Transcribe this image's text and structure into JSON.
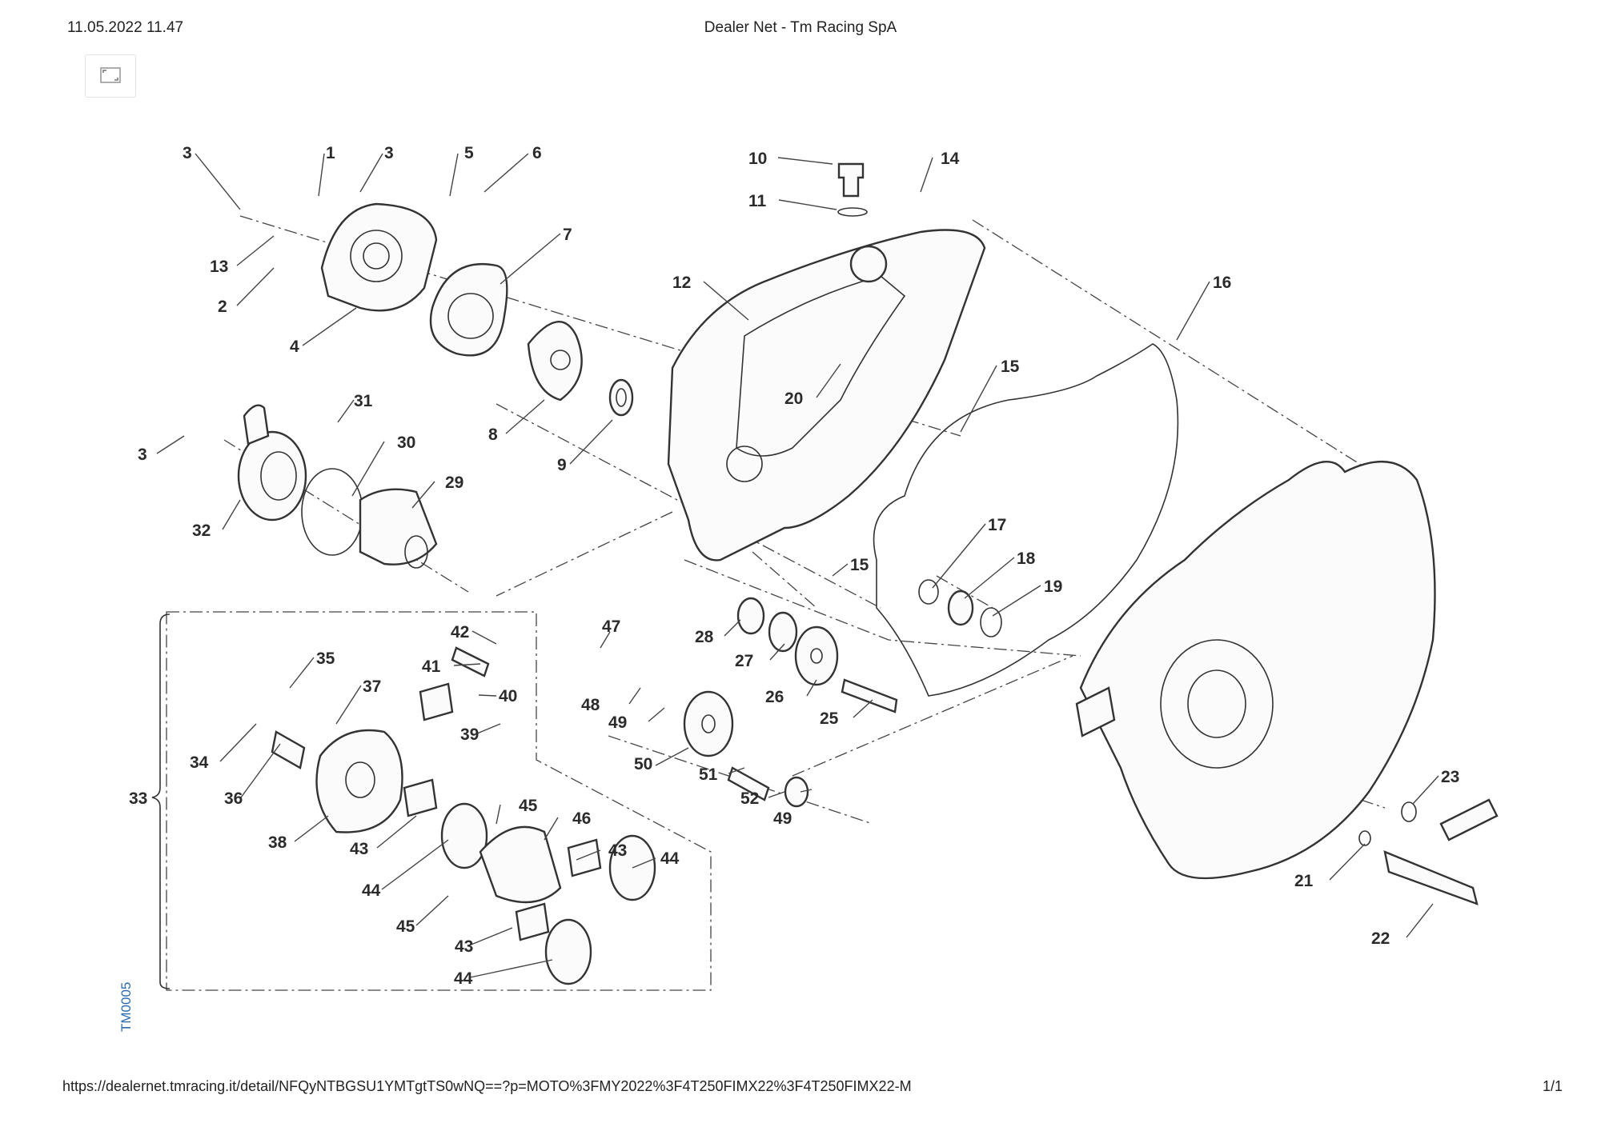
{
  "header": {
    "date": "11.05.2022 11.47",
    "title": "Dealer Net - Tm Racing SpA"
  },
  "toolbar": {
    "expand_icon": "expand-icon"
  },
  "diagram": {
    "code": "TM0005",
    "group_label": "33",
    "labels": {
      "p3a": "3",
      "p1": "1",
      "p3b": "3",
      "p5": "5",
      "p6": "6",
      "p13": "13",
      "p2": "2",
      "p4": "4",
      "p7": "7",
      "p8": "8",
      "p9": "9",
      "p31": "31",
      "p3c": "3",
      "p30": "30",
      "p29": "29",
      "p32": "32",
      "p10": "10",
      "p11": "11",
      "p14": "14",
      "p12": "12",
      "p16": "16",
      "p20": "20",
      "p15a": "15",
      "p17": "17",
      "p18": "18",
      "p19": "19",
      "p15b": "15",
      "p42": "42",
      "p35": "35",
      "p41": "41",
      "p40": "40",
      "p37": "37",
      "p39": "39",
      "p34": "34",
      "p36": "36",
      "p38": "38",
      "p43a": "43",
      "p45a": "45",
      "p46": "46",
      "p43b": "43",
      "p44a": "44",
      "p44b": "44",
      "p45b": "45",
      "p43c": "43",
      "p44c": "44",
      "p47": "47",
      "p48": "48",
      "p49a": "49",
      "p50": "50",
      "p51": "51",
      "p52": "52",
      "p49b": "49",
      "p28": "28",
      "p27": "27",
      "p26": "26",
      "p25": "25",
      "p23": "23",
      "p21": "21",
      "p22": "22"
    }
  },
  "footer": {
    "url": "https://dealernet.tmracing.it/detail/NFQyNTBGSU1YMTgtTS0wNQ==?p=MOTO%3FMY2022%3F4T250FIMX22%3F4T250FIMX22-M",
    "page": "1/1"
  }
}
